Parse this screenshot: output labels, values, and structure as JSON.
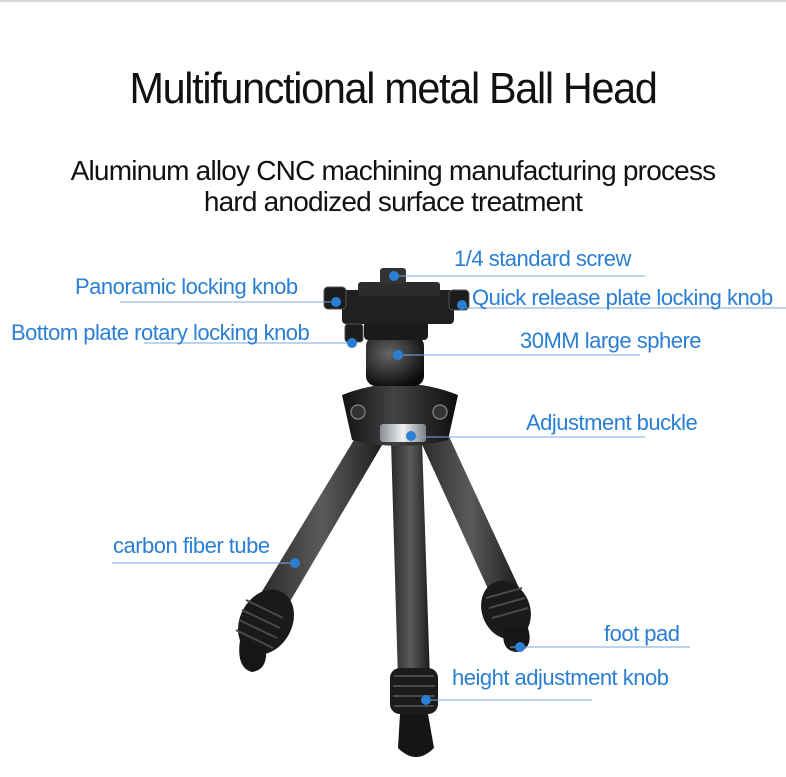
{
  "title": "Multifunctional metal Ball Head",
  "subtitle_line1": "Aluminum alloy CNC machining manufacturing process",
  "subtitle_line2": "hard anodized surface treatment",
  "labels": {
    "screw": "1/4 standard screw",
    "panoramic": "Panoramic locking knob",
    "quick_release": "Quick release plate locking knob",
    "bottom_plate": "Bottom plate rotary locking knob",
    "sphere": "30MM large sphere",
    "buckle": "Adjustment buckle",
    "carbon": "carbon fiber tube",
    "foot": "foot pad",
    "height": "height adjustment knob"
  },
  "colors": {
    "label": "#2a7fd4",
    "leader_line": "#7aa9d9",
    "dot": "#2a7fd4",
    "tripod_dark": "#1e1e1e",
    "carbon": "#3a3a3a",
    "silver": "#c9ccd0"
  }
}
